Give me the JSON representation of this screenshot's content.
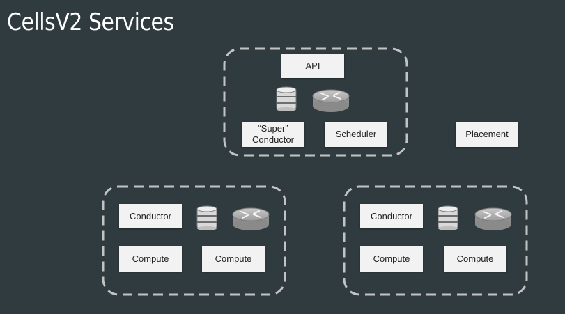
{
  "title": "CellsV2 Services",
  "top_cell": {
    "api_label": "API",
    "super_conductor_label": "“Super” Conductor",
    "scheduler_label": "Scheduler"
  },
  "placement_label": "Placement",
  "left_cell": {
    "conductor_label": "Conductor",
    "compute_1_label": "Compute",
    "compute_2_label": "Compute"
  },
  "right_cell": {
    "conductor_label": "Conductor",
    "compute_1_label": "Compute",
    "compute_2_label": "Compute"
  },
  "icons": {
    "database": "database-icon",
    "message_queue": "router-icon"
  }
}
